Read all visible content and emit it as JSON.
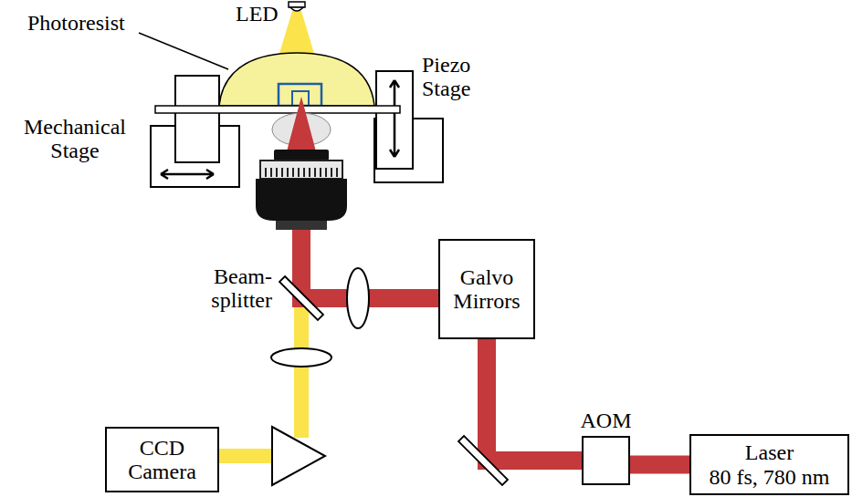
{
  "diagram": {
    "nodes": [
      {
        "text": [
          "Galvo Mirrors"
        ]
      },
      {
        "text": [
          "CCD Camera"
        ]
      },
      {
        "text": [
          "AOM"
        ]
      },
      {
        "text": [
          "Laser",
          "80 fs, 780 nm"
        ]
      }
    ],
    "edges": [
      {
        "from": 3,
        "to": 2,
        "arrow": "none"
      },
      {
        "from": 2,
        "to": 0,
        "arrow": "none"
      }
    ],
    "labels": [
      "LED",
      "Photoresist",
      "Piezo Stage",
      "Mechanical Stage",
      "Beam- splitter"
    ]
  }
}
